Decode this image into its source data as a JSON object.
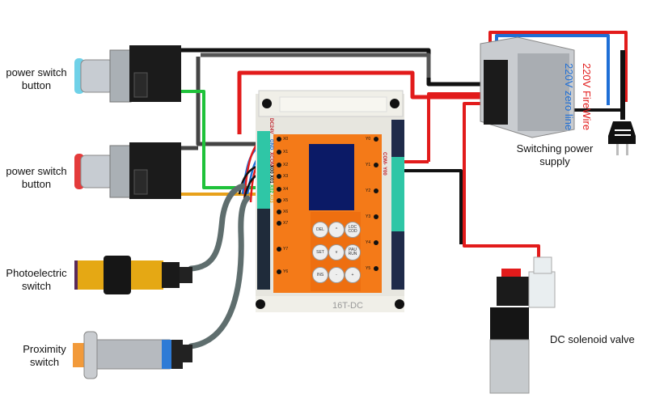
{
  "diagram": {
    "title": "PLC 16T-DC wiring diagram",
    "colors": {
      "wire_red": "#e21b1b",
      "wire_black": "#111111",
      "wire_gray": "#555555",
      "wire_green": "#1fc23a",
      "wire_orange": "#e8a11a",
      "wire_blue": "#1f6fd6",
      "cable_gray": "#5f6e6e",
      "plc_body": "#f0efe8",
      "plc_face": "#f47a18",
      "terminal": "#2fc6a6",
      "screen": "#0b1a66"
    },
    "components": {
      "button_blue": {
        "label_line1": "power switch",
        "label_line2": "button"
      },
      "button_red": {
        "label_line1": "power switch",
        "label_line2": "button"
      },
      "photoelectric": {
        "label_line1": "Photoelectric",
        "label_line2": "switch"
      },
      "proximity": {
        "label_line1": "Proximity",
        "label_line2": "switch"
      },
      "power_supply": {
        "label_line1": "Switching power",
        "label_line2": "supply"
      },
      "solenoid": {
        "label": "DC solenoid valve"
      },
      "fire_wire": {
        "label": "220V FireWire"
      },
      "zero_line": {
        "label": "220V zero line"
      }
    },
    "plc": {
      "model": "16T-DC",
      "left_terminals": [
        "DC24V",
        "GND",
        "XCOM",
        "X00",
        "X01",
        "X02",
        "X03"
      ],
      "right_terminals": [
        "COM-",
        "Y00"
      ],
      "inputs": [
        "X0",
        "X1",
        "X2",
        "X3",
        "X4",
        "X5",
        "X6",
        "X7",
        "Y7",
        "Y6"
      ],
      "outputs": [
        "Y0",
        "Y1",
        "Y2",
        "Y3",
        "Y4",
        "Y5"
      ],
      "keys": [
        "DEL",
        "^",
        "LOC COD",
        "SET",
        "v",
        "PAU RUN",
        "INS",
        "-",
        "+"
      ]
    }
  }
}
